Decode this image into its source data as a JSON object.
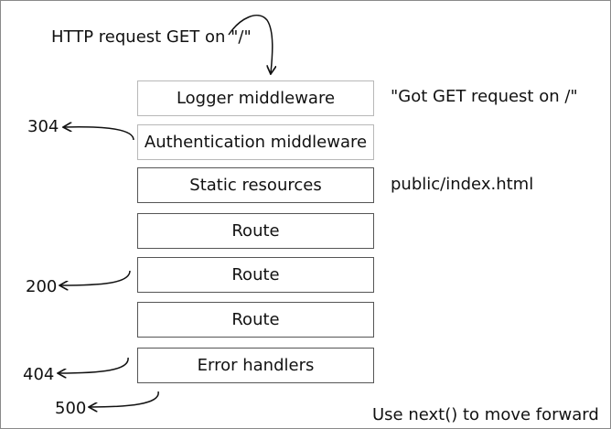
{
  "request_label": "HTTP request GET on \"/\"",
  "stack": [
    {
      "id": "logger",
      "label": "Logger middleware"
    },
    {
      "id": "auth",
      "label": "Authentication middleware"
    },
    {
      "id": "static",
      "label": "Static resources"
    },
    {
      "id": "route1",
      "label": "Route"
    },
    {
      "id": "route2",
      "label": "Route"
    },
    {
      "id": "route3",
      "label": "Route"
    },
    {
      "id": "errors",
      "label": "Error handlers"
    }
  ],
  "annotations": {
    "logger_note": "\"Got GET request on /\"",
    "static_note": "public/index.html",
    "footer": "Use next() to move forward"
  },
  "status_codes": {
    "auth": "304",
    "route": "200",
    "errors": "404",
    "fallthrough": "500"
  }
}
